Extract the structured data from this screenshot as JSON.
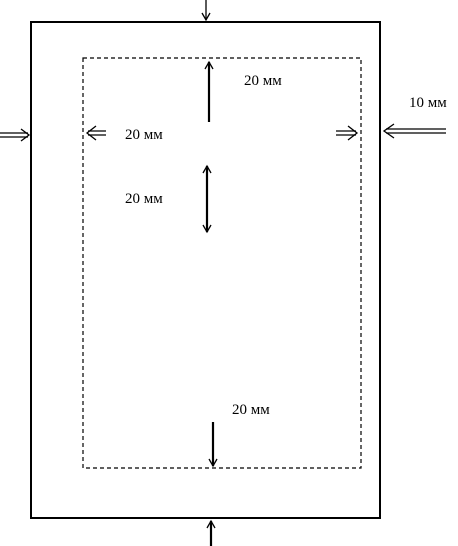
{
  "labels": {
    "top_margin": "20 мм",
    "left_margin": "20 мм",
    "line_spacing": "20 мм",
    "right_margin": "10 мм",
    "bottom_margin": "20 мм"
  }
}
